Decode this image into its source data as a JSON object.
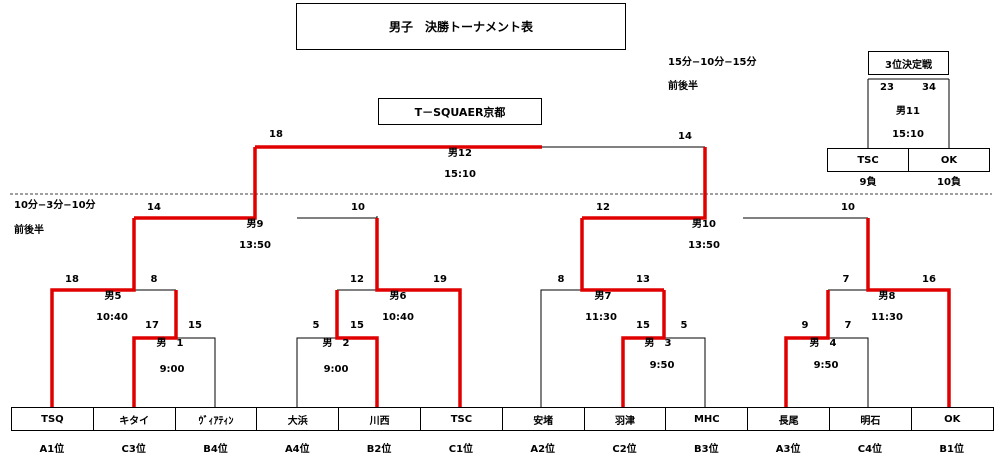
{
  "title": "男子　決勝トーナメント表",
  "venue": "T－SQUAER京都",
  "top_time_format": "15分−10分−15分",
  "top_time_note": "前後半",
  "left_time_format": "10分−3分−10分",
  "left_time_note": "前後半",
  "third_place": {
    "title": "3位決定戦",
    "score_left": "23",
    "score_right": "34",
    "match": "男11",
    "time": "15:10",
    "team_left": "TSC",
    "team_right": "OK",
    "source_left": "9負",
    "source_right": "10負"
  },
  "teams": [
    {
      "name": "TSQ",
      "seed": "A1位"
    },
    {
      "name": "キタイ",
      "seed": "C3位"
    },
    {
      "name": "ｳﾞｨｱﾃｨﾝ",
      "seed": "B4位"
    },
    {
      "name": "大浜",
      "seed": "A4位"
    },
    {
      "name": "川西",
      "seed": "B2位"
    },
    {
      "name": "TSC",
      "seed": "C1位"
    },
    {
      "name": "安堵",
      "seed": "A2位"
    },
    {
      "name": "羽津",
      "seed": "C2位"
    },
    {
      "name": "MHC",
      "seed": "B3位"
    },
    {
      "name": "長尾",
      "seed": "A3位"
    },
    {
      "name": "明石",
      "seed": "C4位"
    },
    {
      "name": "OK",
      "seed": "B1位"
    }
  ],
  "matches": [
    {
      "name": "男　1",
      "time": "9:00",
      "score_left": "17",
      "score_right": "15"
    },
    {
      "name": "男　2",
      "time": "9:00",
      "score_left": "5",
      "score_right": "15"
    },
    {
      "name": "男　3",
      "time": "9:50",
      "score_left": "15",
      "score_right": "5"
    },
    {
      "name": "男　4",
      "time": "9:50",
      "score_left": "9",
      "score_right": "7"
    },
    {
      "name": "男5",
      "time": "10:40",
      "score_left": "18",
      "score_right": "8"
    },
    {
      "name": "男6",
      "time": "10:40",
      "score_left": "12",
      "score_right": "19"
    },
    {
      "name": "男7",
      "time": "11:30",
      "score_left": "8",
      "score_right": "13"
    },
    {
      "name": "男8",
      "time": "11:30",
      "score_left": "7",
      "score_right": "16"
    },
    {
      "name": "男9",
      "time": "13:50",
      "score_left": "14",
      "score_right": "10"
    },
    {
      "name": "男10",
      "time": "13:50",
      "score_left": "12",
      "score_right": "10"
    },
    {
      "name": "男12",
      "time": "15:10",
      "score_left": "18",
      "score_right": "14"
    }
  ],
  "colors": {
    "winner_line": "#e00000",
    "line": "#000000"
  }
}
